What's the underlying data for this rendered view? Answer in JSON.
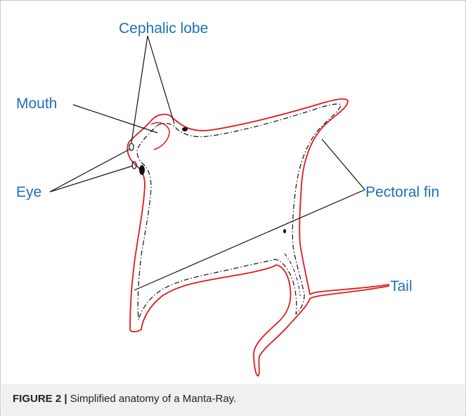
{
  "labels": {
    "cephalic_lobe": "Cephalic lobe",
    "mouth": "Mouth",
    "eye": "Eye",
    "pectoral_fin": "Pectoral fin",
    "tail": "Tail"
  },
  "caption": {
    "figure_number": "FIGURE 2 |",
    "text": "Simplified anatomy of a Manta-Ray."
  },
  "colors": {
    "outline": "#e0191c",
    "inner_outline": "#111111",
    "label_text": "#1f6fb5",
    "caption_background": "#eef0f2"
  }
}
